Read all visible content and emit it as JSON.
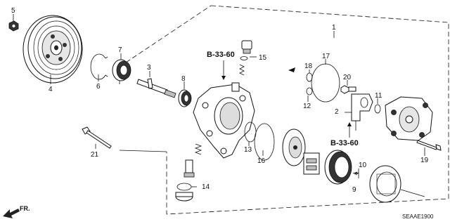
{
  "diagram": {
    "code": "SEAAE1900",
    "direction_label": "FR.",
    "reference_label": "B-33-60",
    "callouts": [
      "1",
      "2",
      "3",
      "4",
      "5",
      "6",
      "7",
      "8",
      "9",
      "10",
      "11",
      "12",
      "13",
      "14",
      "15",
      "16",
      "17",
      "18",
      "19",
      "20",
      "21"
    ]
  }
}
